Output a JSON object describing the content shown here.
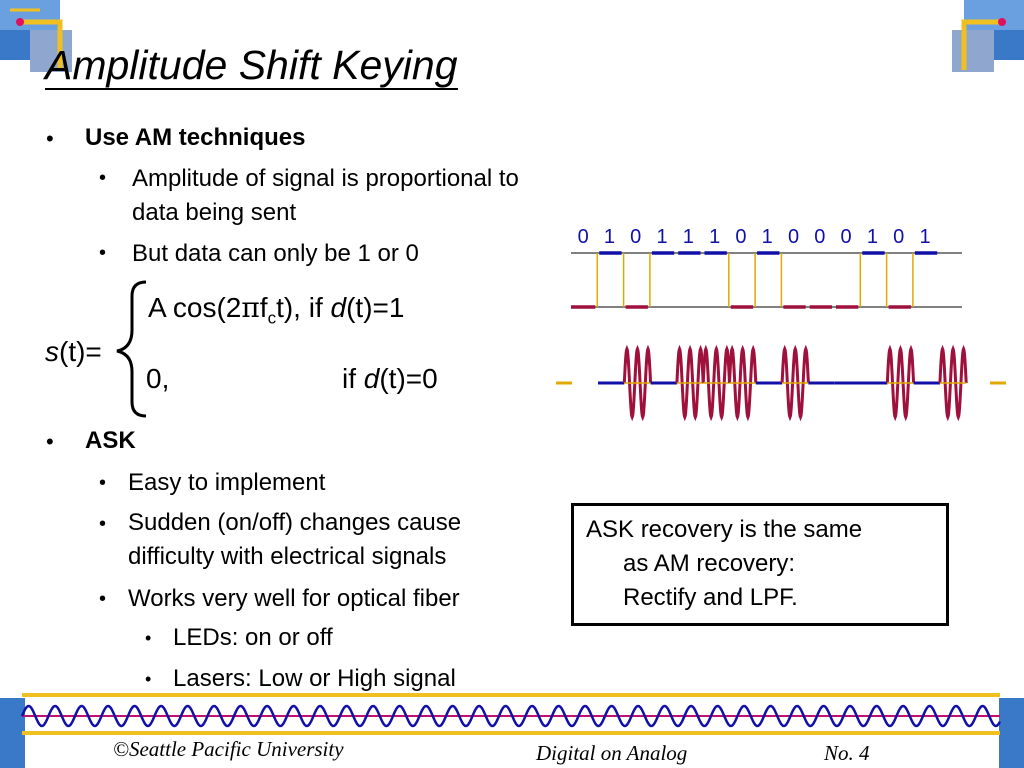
{
  "title": "Amplitude Shift Keying",
  "bullets_top": {
    "main": "Use AM techniques",
    "subs": [
      [
        "Amplitude of signal is proportional to",
        "data being sent"
      ],
      [
        "But data can only be 1 or 0"
      ]
    ]
  },
  "equation": {
    "lhs_italic": "s",
    "lhs_rest": "(t)=",
    "case1_pre": "A cos(2",
    "case1_pi": "π",
    "case1_f": "f",
    "case1_sub": "c",
    "case1_mid": "t), if ",
    "case1_d": "d",
    "case1_post": "(t)=1",
    "case2_value": "0,",
    "case2_if": "if ",
    "case2_d": "d",
    "case2_post": "(t)=0"
  },
  "bullets_ask": {
    "main": "ASK",
    "subs": [
      [
        "Easy to implement"
      ],
      [
        "Sudden (on/off) changes cause",
        "difficulty with electrical signals"
      ],
      [
        "Works very well for optical fiber"
      ]
    ],
    "subsubs": [
      "LEDs: on or off",
      "Lasers: Low or High signal"
    ]
  },
  "bit_labels": [
    "0",
    "1",
    "0",
    "1",
    "1",
    "1",
    "0",
    "1",
    "0",
    "0",
    "0",
    "1",
    "0",
    "1"
  ],
  "recovery_box": {
    "line1": "ASK recovery is the same",
    "line2": "as AM recovery:",
    "line3": "Rectify and LPF."
  },
  "footer": {
    "left": "©Seattle Pacific University",
    "middle": "Digital on Analog",
    "right": "No. 4"
  },
  "colors": {
    "high": "#1010a8",
    "low": "#a0103c",
    "transition": "#e0a800",
    "corner_blue": "#3a78c8",
    "footer_bar": "#f0c020"
  }
}
